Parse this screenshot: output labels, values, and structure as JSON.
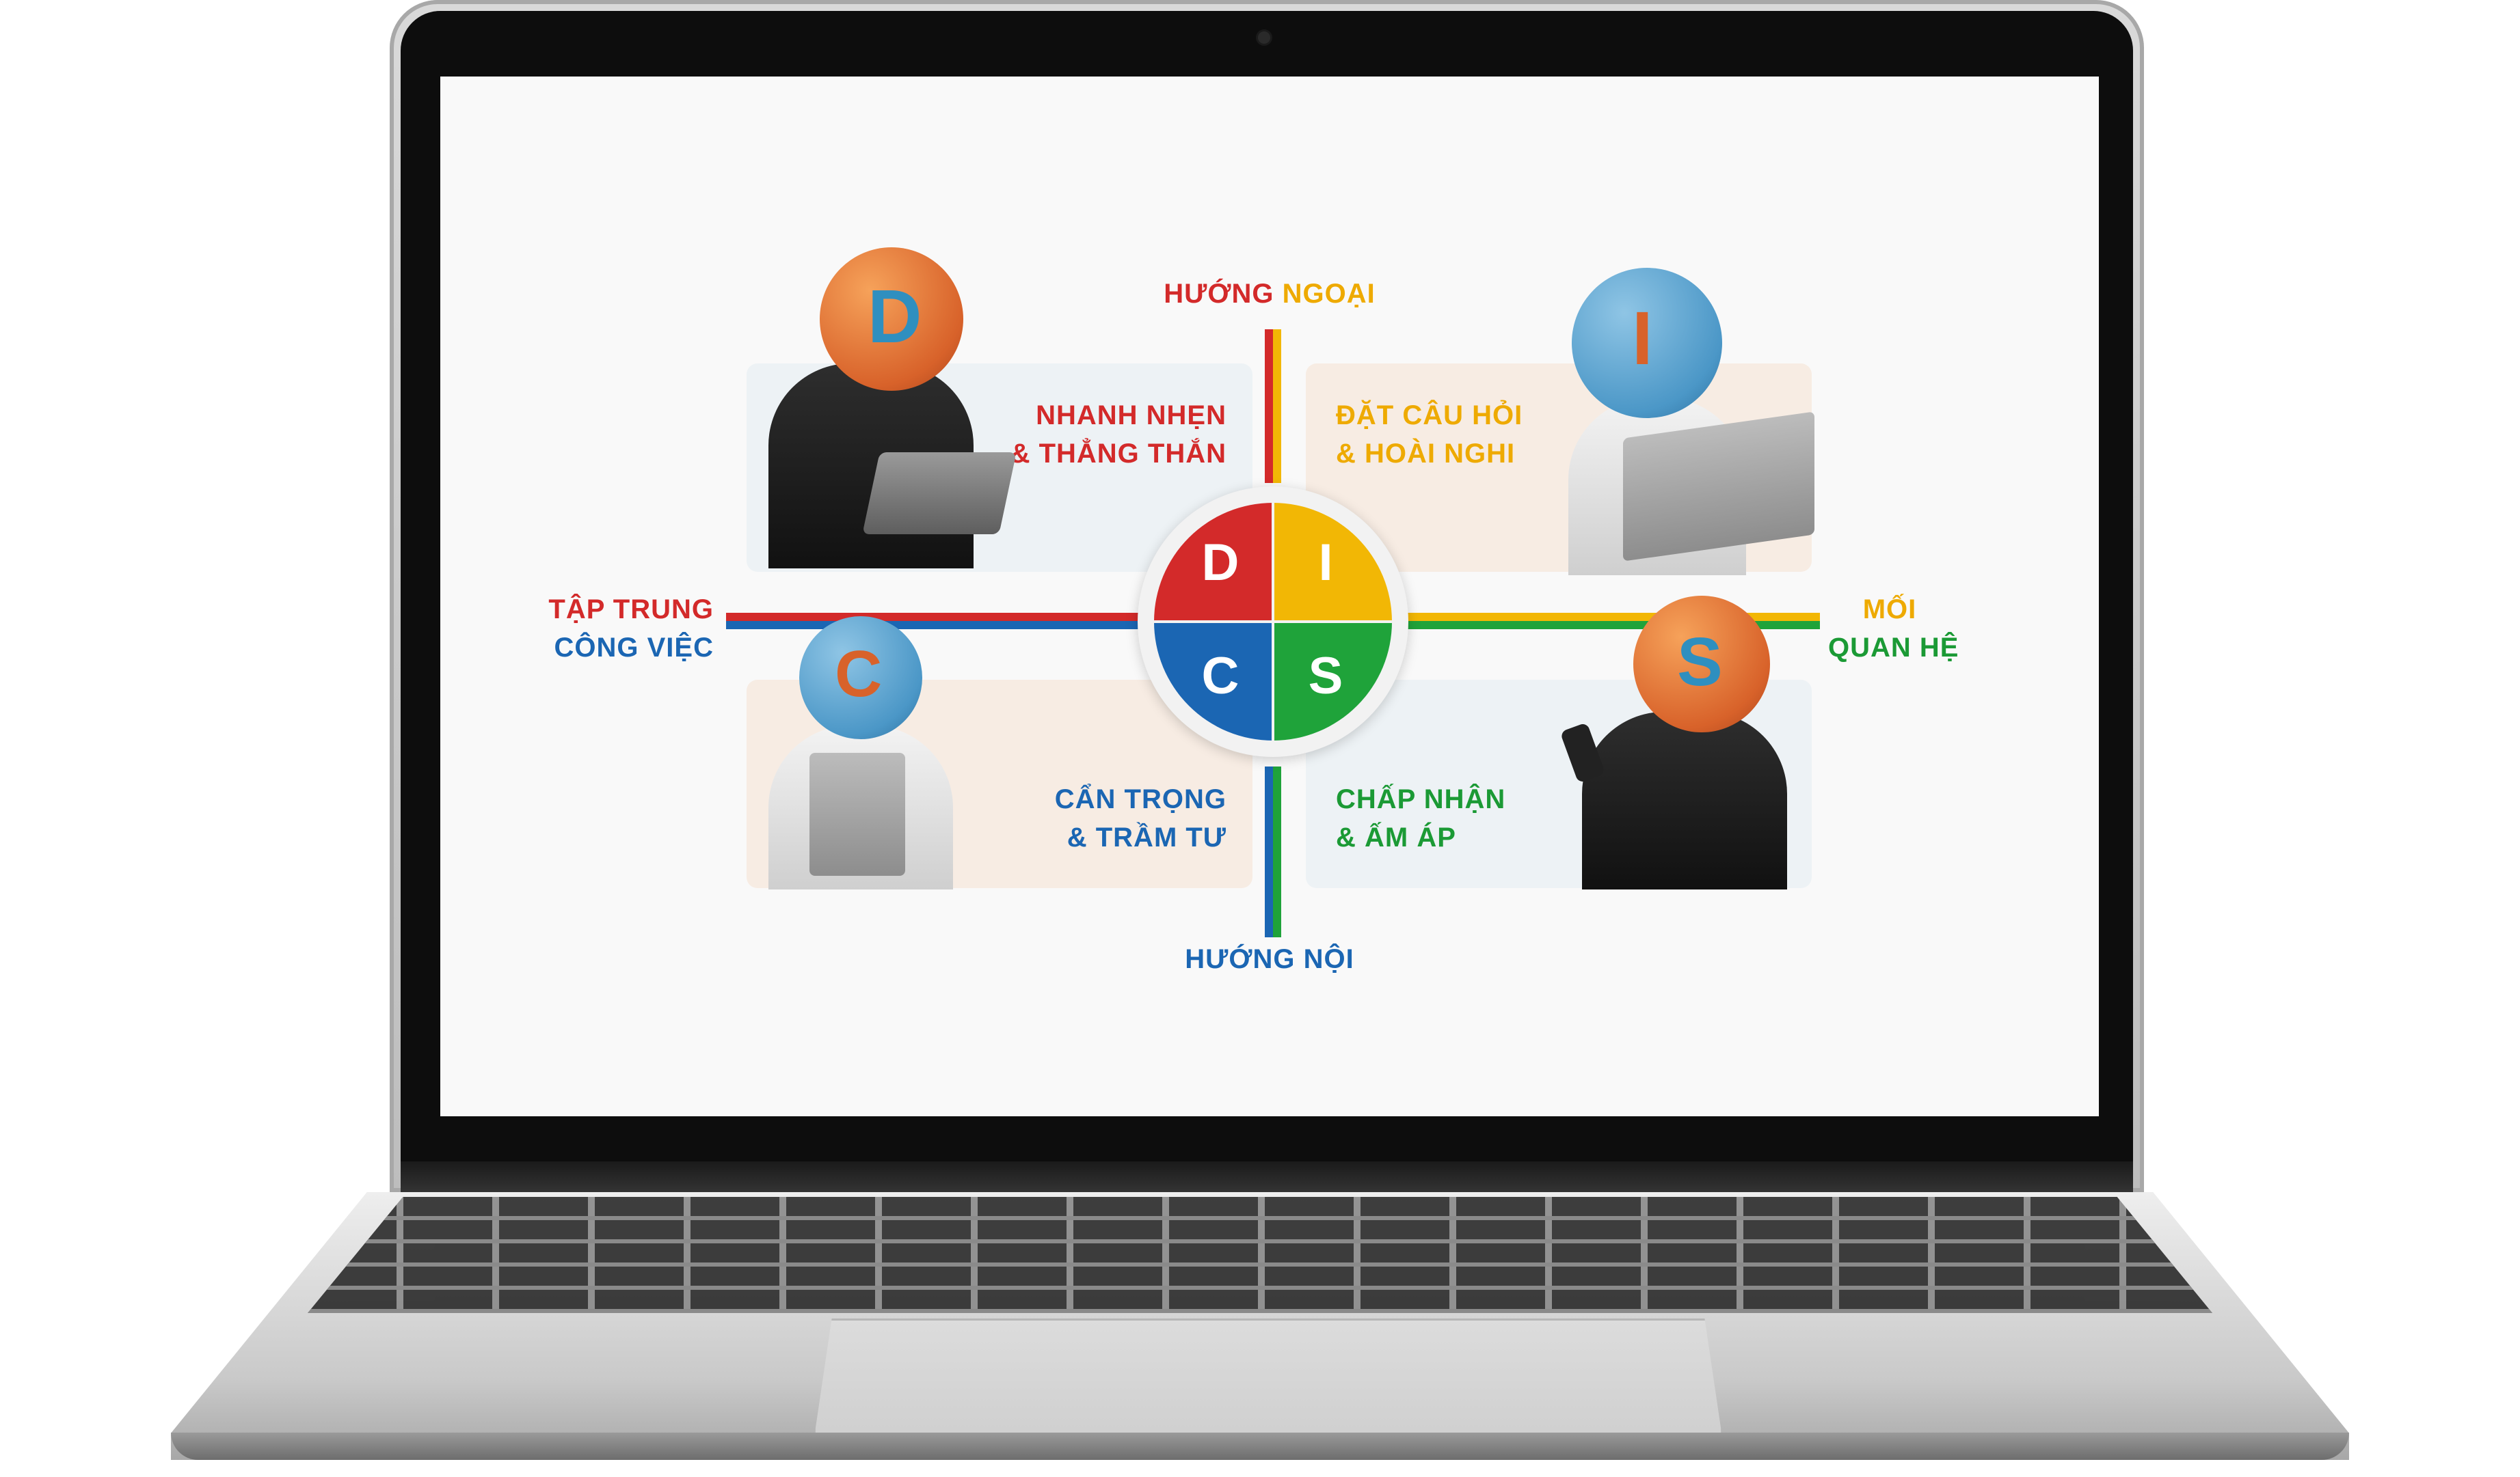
{
  "axes": {
    "top": {
      "part1": "HƯỚNG",
      "part2": "NGOẠI"
    },
    "bottom": "HƯỚNG NỘI",
    "left": {
      "line1": "TẬP TRUNG",
      "line2": "CÔNG VIỆC"
    },
    "right": {
      "line1": "MỐI",
      "line2": "QUAN HỆ"
    }
  },
  "quadrants": {
    "d": {
      "letter": "D",
      "line1": "NHANH NHẸN",
      "line2": "& THẲNG THẮN"
    },
    "i": {
      "letter": "I",
      "line1": "ĐẶT CÂU HỎI",
      "line2": "& HOÀI NGHI"
    },
    "c": {
      "letter": "C",
      "line1": "CẨN TRỌNG",
      "line2": "& TRẦM TƯ"
    },
    "s": {
      "letter": "S",
      "line1": "CHẤP NHẬN",
      "line2": "& ẤM ÁP"
    }
  },
  "colors": {
    "d": "#d32a2a",
    "i": "#f2b705",
    "c": "#1b66b3",
    "s": "#1fa33a"
  },
  "icons": {
    "figure_d": "businessman-laptop-icon",
    "figure_i": "person-folder-icon",
    "figure_c": "person-clipboard-icon",
    "figure_s": "businessman-phone-icon"
  }
}
